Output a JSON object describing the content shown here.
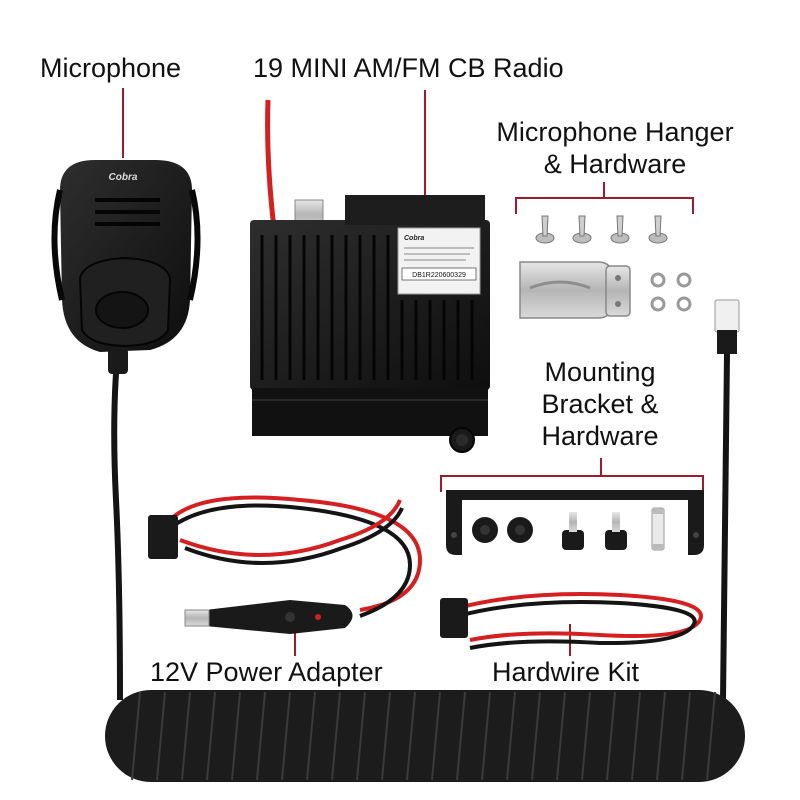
{
  "labels": {
    "microphone": "Microphone",
    "radio": "19 MINI AM/FM CB Radio",
    "hanger_line1": "Microphone Hanger",
    "hanger_line2": "& Hardware",
    "bracket_line1": "Mounting",
    "bracket_line2": "Bracket &",
    "bracket_line3": "Hardware",
    "power": "12V Power Adapter",
    "hardwire": "Hardwire Kit"
  },
  "product": {
    "mic_brand": "Cobra",
    "radio_brand": "Cobra",
    "radio_serial": "DB1R220600329"
  },
  "colors": {
    "callout_line": "#9b1c2c",
    "device_body": "#1a1a1a",
    "wire_red": "#d42020",
    "wire_black": "#141414",
    "metal": "#c8c8c8"
  }
}
